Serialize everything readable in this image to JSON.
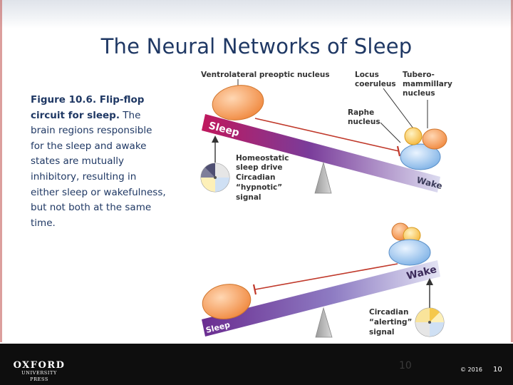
{
  "slide": {
    "title": "The Neural Networks of Sleep",
    "caption": {
      "bold": "Figure 10.6. Flip-flop circuit for sleep.",
      "text": " The brain regions responsible for the sleep and awake states are mutually inhibitory, resulting in either sleep or wakefulness, but not both at the same time."
    }
  },
  "figure": {
    "top": {
      "vlpo": "Ventrolateral preoptic nucleus",
      "locus_1": "Locus",
      "locus_2": "coeruleus",
      "tubero_1": "Tubero-",
      "tubero_2": "mammillary",
      "tubero_3": "nucleus",
      "raphe_1": "Raphe",
      "raphe_2": "nucleus",
      "bar_left": "Sleep",
      "bar_right": "Wake",
      "drive_1": "Homeostatic",
      "drive_2": "sleep drive",
      "drive_3": "Circadian",
      "drive_4": "“hypnotic”",
      "drive_5": "signal"
    },
    "bottom": {
      "bar_right": "Wake",
      "bar_left": "Sleep",
      "signal_1": "Circadian",
      "signal_2": "“alerting”",
      "signal_3": "signal"
    }
  },
  "footer": {
    "publisher_main": "OXFORD",
    "publisher_sub": "UNIVERSITY PRESS",
    "page_center": "10",
    "copyright": "© 2016",
    "page_right": "10"
  }
}
